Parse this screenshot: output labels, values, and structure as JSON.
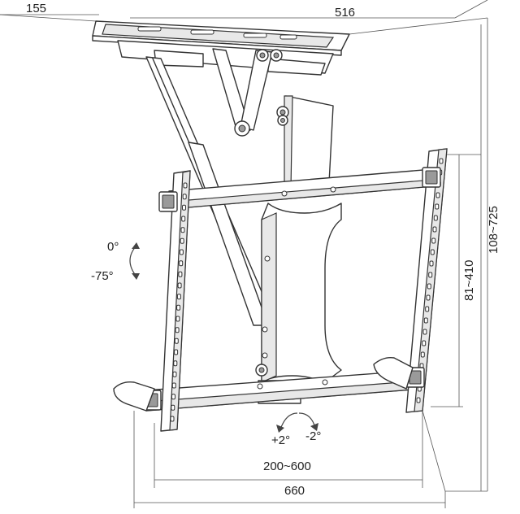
{
  "dimensions": {
    "top_left": "155",
    "top_right": "516",
    "height_total": "108~725",
    "height_plate": "81~410",
    "width_holes": "200~600",
    "width_plate": "660"
  },
  "angles": {
    "tilt_up": "0°",
    "tilt_down": "-75°",
    "swivel_left": "+2°",
    "swivel_right": "-2°"
  }
}
